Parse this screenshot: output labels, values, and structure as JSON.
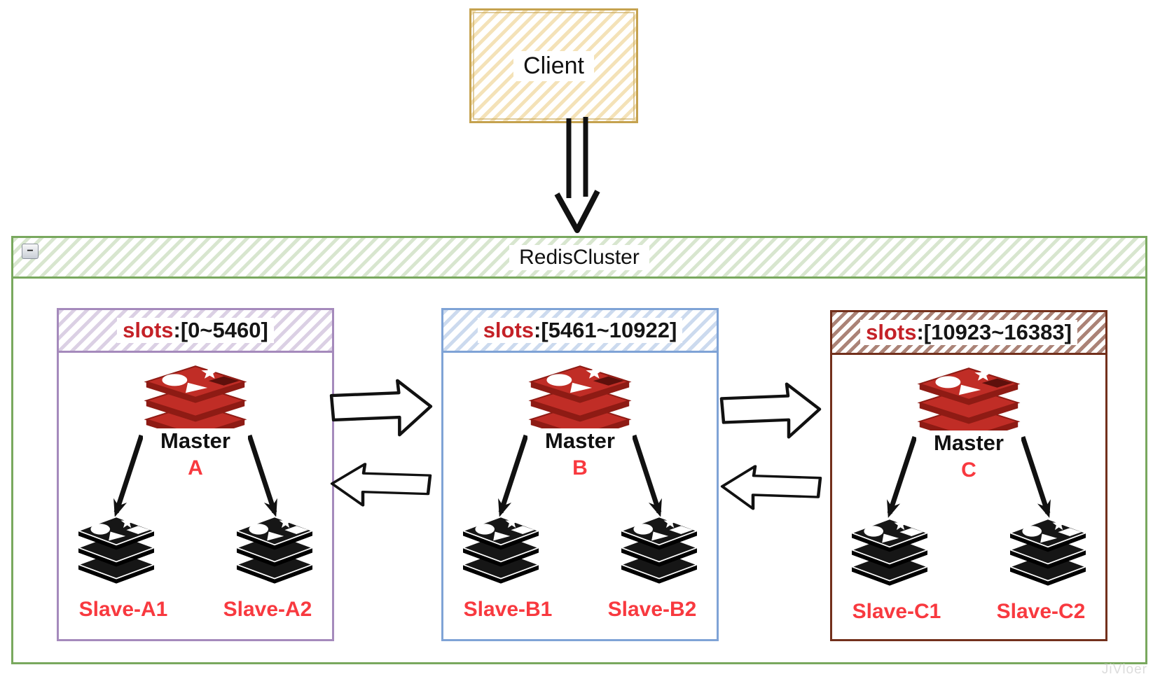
{
  "client": {
    "label": "Client"
  },
  "cluster": {
    "title": "RedisCluster",
    "minimize_icon": "−"
  },
  "groups": [
    {
      "slots_label": "slots",
      "slots_range": ":[0~5460]",
      "master_label": "Master",
      "master_id": "A",
      "slaves": [
        "Slave-A1",
        "Slave-A2"
      ],
      "border_color": "#a58abc"
    },
    {
      "slots_label": "slots",
      "slots_range": ":[5461~10922]",
      "master_label": "Master",
      "master_id": "B",
      "slaves": [
        "Slave-B1",
        "Slave-B2"
      ],
      "border_color": "#7fa3d6"
    },
    {
      "slots_label": "slots",
      "slots_range": ":[10923~16383]",
      "master_label": "Master",
      "master_id": "C",
      "slaves": [
        "Slave-C1",
        "Slave-C2"
      ],
      "border_color": "#73301c"
    }
  ],
  "colors": {
    "client_border": "#c5a24f",
    "cluster_border": "#79a85e",
    "slots_red": "#c42127",
    "label_red": "#f8393f",
    "redis_logo_red": "#c02d26",
    "redis_logo_dark": "#8e1b14",
    "slave_logo_black": "#161616",
    "arrow_black": "#111111"
  },
  "watermark": "JiVloer"
}
